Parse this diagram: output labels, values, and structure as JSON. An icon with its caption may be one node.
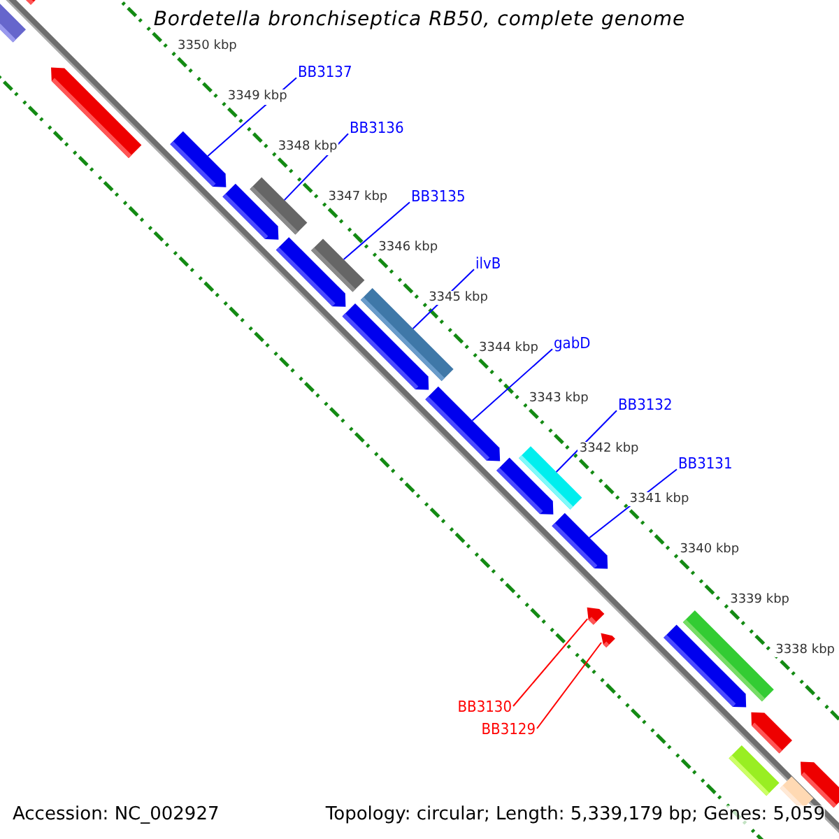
{
  "diagram": {
    "title": "Bordetella bronchiseptica RB50, complete genome",
    "nodes": [
      {
        "text": [
          "BB3137"
        ]
      },
      {
        "text": [
          "BB3136"
        ]
      },
      {
        "text": [
          "BB3135"
        ]
      },
      {
        "text": [
          "ilvB"
        ]
      },
      {
        "text": [
          "gabD"
        ]
      },
      {
        "text": [
          "BB3132"
        ]
      },
      {
        "text": [
          "BB3131"
        ]
      },
      {
        "text": [
          "BB3130"
        ]
      },
      {
        "text": [
          "BB3129"
        ]
      },
      {
        "text": [],
        "shape": "bar"
      },
      {
        "text": [],
        "shape": "arrow"
      },
      {
        "text": [],
        "shape": "arrow"
      },
      {
        "text": [],
        "shape": "arrow"
      },
      {
        "text": [],
        "shape": "arrow"
      },
      {
        "text": [],
        "shape": "bar"
      },
      {
        "text": [],
        "shape": "bar"
      },
      {
        "text": [],
        "shape": "arrow"
      },
      {
        "text": [],
        "shape": "arrow"
      },
      {
        "text": [],
        "shape": "bar"
      },
      {
        "text": [],
        "shape": "arrow"
      },
      {
        "text": [],
        "shape": "arrow"
      },
      {
        "text": [],
        "shape": "bar"
      },
      {
        "text": [],
        "shape": "arrow"
      },
      {
        "text": [],
        "shape": "arrow"
      },
      {
        "text": [],
        "shape": "arrow"
      },
      {
        "text": [],
        "shape": "arrow"
      },
      {
        "text": [],
        "shape": "bar"
      },
      {
        "text": [],
        "shape": "arrow"
      },
      {
        "text": [],
        "shape": "bar"
      },
      {
        "text": [],
        "shape": "arrow"
      },
      {
        "text": [],
        "shape": "bar"
      }
    ],
    "edges": [
      {
        "from": 0,
        "to": 12,
        "arrow": "none"
      },
      {
        "from": 1,
        "to": 14,
        "arrow": "none"
      },
      {
        "from": 2,
        "to": 15,
        "arrow": "none"
      },
      {
        "from": 3,
        "to": 18,
        "arrow": "none"
      },
      {
        "from": 4,
        "to": 19,
        "arrow": "none"
      },
      {
        "from": 5,
        "to": 21,
        "arrow": "none"
      },
      {
        "from": 6,
        "to": 22,
        "arrow": "none"
      },
      {
        "from": 7,
        "to": 23,
        "arrow": "none",
        "color": "#ff0000"
      },
      {
        "from": 8,
        "to": 24,
        "arrow": "none",
        "color": "#ff0000"
      }
    ],
    "labels": [
      "3350 kbp",
      "3349 kbp",
      "3348 kbp",
      "3347 kbp",
      "3346 kbp",
      "3345 kbp",
      "3344 kbp",
      "3343 kbp",
      "3342 kbp",
      "3341 kbp",
      "3340 kbp",
      "3339 kbp",
      "3338 kbp",
      "Accession: NC_002927",
      "Topology: circular; Length: 5,339,179 bp; Genes: 5,059"
    ]
  }
}
